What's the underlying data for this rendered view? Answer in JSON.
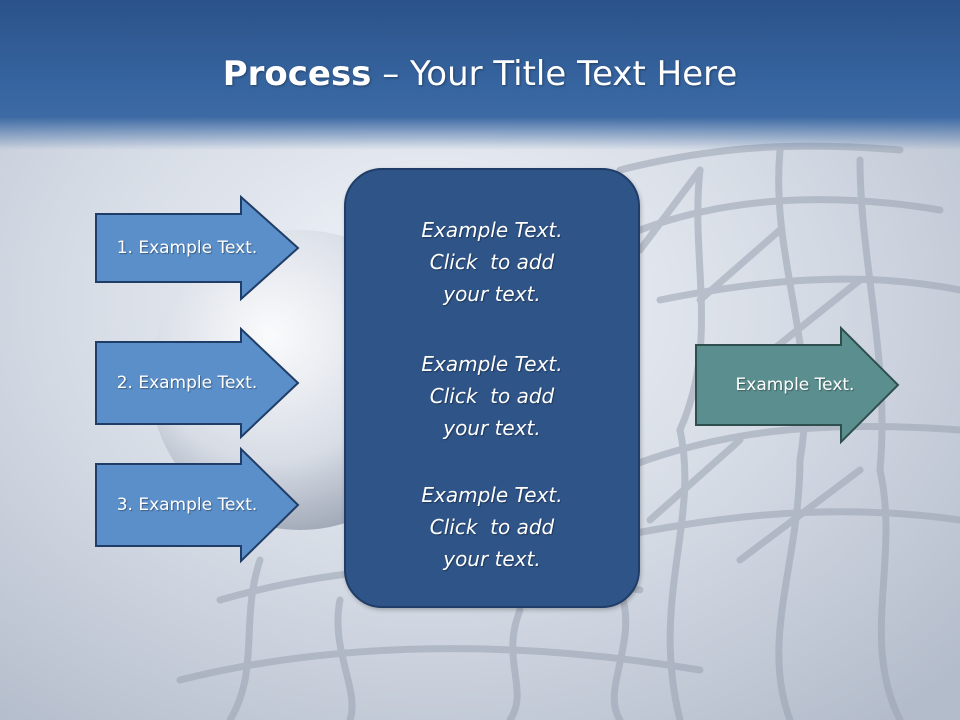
{
  "slide": {
    "title_bold": "Process",
    "title_rest": " – Your Title Text Here"
  },
  "inputs": [
    {
      "label": "1. Example Text."
    },
    {
      "label": "2. Example Text."
    },
    {
      "label": "3. Example Text."
    }
  ],
  "center": {
    "blocks": [
      {
        "lines": [
          "Example Text.",
          "Click  to add",
          "your text."
        ]
      },
      {
        "lines": [
          "Example Text.",
          "Click  to add",
          "your text."
        ]
      },
      {
        "lines": [
          "Example Text.",
          "Click  to add",
          "your text."
        ]
      }
    ]
  },
  "output": {
    "label": "Example Text."
  },
  "colors": {
    "title_band": "#2b5289",
    "input_arrow_fill": "#5b8fc9",
    "input_arrow_stroke": "#1f3d66",
    "center_fill": "#2f5488",
    "output_arrow_fill": "#5b8e8e",
    "output_arrow_stroke": "#2f4f4f",
    "text": "#ffffff"
  }
}
